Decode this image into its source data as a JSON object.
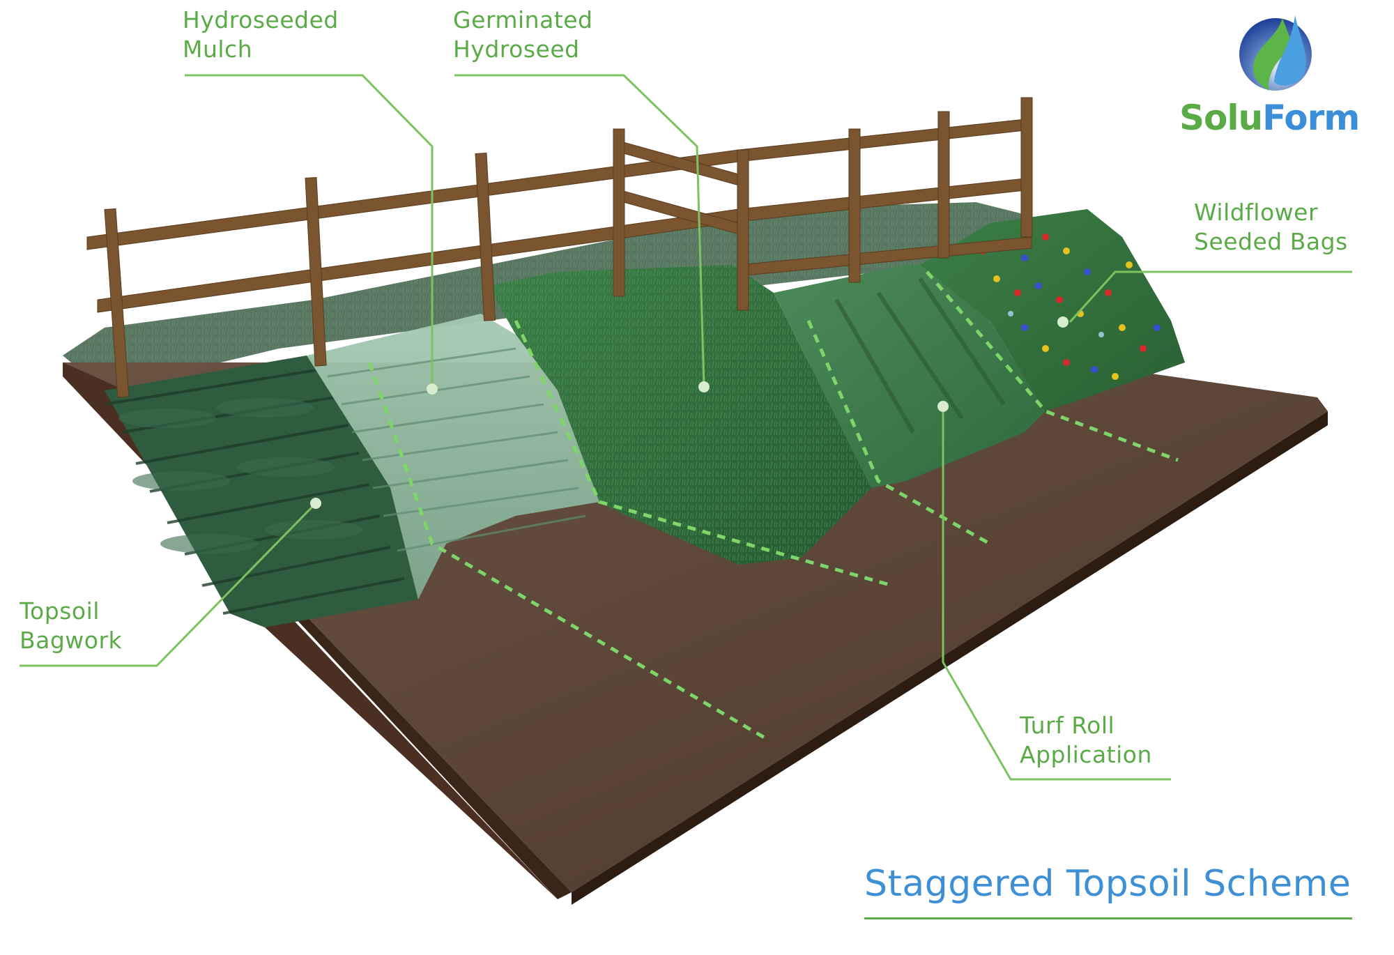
{
  "logo": {
    "brand_part1": "Solu",
    "brand_part2": "Form",
    "icon": "leaf-water-drop-globe-icon",
    "colors": {
      "green": "#5aab47",
      "blue": "#3b8fd8"
    }
  },
  "title": "Staggered Topsoil Scheme",
  "labels": {
    "hydroseeded_mulch": {
      "line1": "Hydroseeded",
      "line2": "Mulch"
    },
    "germinated_hydroseed": {
      "line1": "Germinated",
      "line2": "Hydroseed"
    },
    "wildflower_seeded_bags": {
      "line1": "Wildflower",
      "line2": "Seeded Bags"
    },
    "topsoil_bagwork": {
      "line1": "Topsoil",
      "line2": "Bagwork"
    },
    "turf_roll_application": {
      "line1": "Turf Roll",
      "line2": "Application"
    }
  },
  "colors": {
    "label_green": "#5aab47",
    "title_blue": "#3d8fd6",
    "leader_light": "#c8e3b8",
    "dashed_zone_line": "#7ed56a",
    "soil": "#5a4537",
    "soil_side": "#3a2519",
    "bag_green": "#2f5c3f",
    "mulch_green": "#8fb8a0",
    "grass_green": "#2f6b3a",
    "turf_green": "#3f7a4c",
    "fence_brown": "#7a5530"
  }
}
